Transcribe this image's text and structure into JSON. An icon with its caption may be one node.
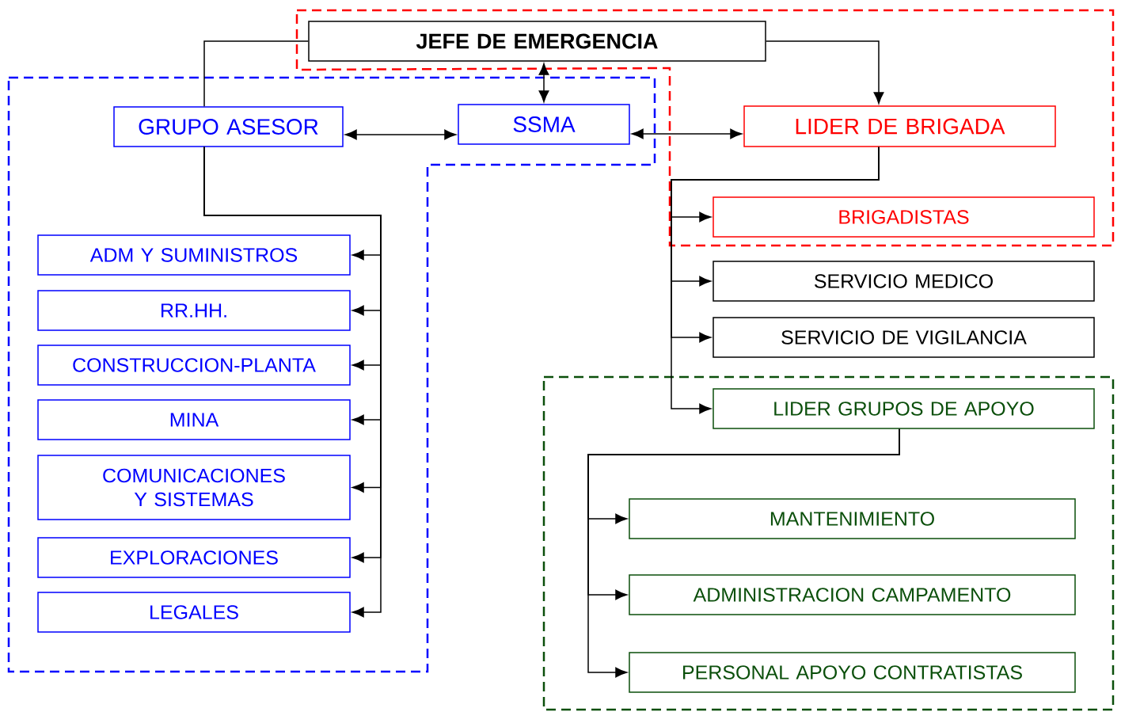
{
  "diagram": {
    "nodes": [
      {
        "text": [
          "JEFE DE EMERGENCIA"
        ]
      },
      {
        "text": [
          "GRUPO ASESOR"
        ]
      },
      {
        "text": [
          "SSMA"
        ]
      },
      {
        "text": [
          "LIDER DE BRIGADA"
        ]
      },
      {
        "text": [
          "ADM Y SUMINISTROS"
        ]
      },
      {
        "text": [
          "RR.HH."
        ]
      },
      {
        "text": [
          "CONSTRUCCION-PLANTA"
        ]
      },
      {
        "text": [
          "MINA"
        ]
      },
      {
        "text": [
          "COMUNICACIONES Y SISTEMAS"
        ]
      },
      {
        "text": [
          "EXPLORACIONES"
        ]
      },
      {
        "text": [
          "LEGALES"
        ]
      },
      {
        "text": [
          "BRIGADISTAS"
        ]
      },
      {
        "text": [
          "SERVICIO MEDICO"
        ]
      },
      {
        "text": [
          "SERVICIO DE VIGILANCIA"
        ]
      },
      {
        "text": [
          "LIDER GRUPOS DE APOYO"
        ]
      },
      {
        "text": [
          "MANTENIMIENTO"
        ]
      },
      {
        "text": [
          "ADMINISTRACION CAMPAMENTO"
        ]
      },
      {
        "text": [
          "PERSONAL APOYO CONTRATISTAS"
        ]
      }
    ],
    "edges": [
      {
        "from": 0,
        "to": 1,
        "arrow": "none"
      },
      {
        "from": 0,
        "to": 3,
        "arrow": "to"
      },
      {
        "from": 0,
        "to": 2,
        "arrow": "both"
      },
      {
        "from": 1,
        "to": 2,
        "arrow": "both"
      },
      {
        "from": 2,
        "to": 3,
        "arrow": "both"
      },
      {
        "from": 1,
        "to": 4,
        "arrow": "to"
      },
      {
        "from": 1,
        "to": 5,
        "arrow": "to"
      },
      {
        "from": 1,
        "to": 6,
        "arrow": "to"
      },
      {
        "from": 1,
        "to": 7,
        "arrow": "to"
      },
      {
        "from": 1,
        "to": 8,
        "arrow": "to"
      },
      {
        "from": 1,
        "to": 9,
        "arrow": "to"
      },
      {
        "from": 1,
        "to": 10,
        "arrow": "to"
      },
      {
        "from": 3,
        "to": 11,
        "arrow": "to"
      },
      {
        "from": 3,
        "to": 12,
        "arrow": "to"
      },
      {
        "from": 3,
        "to": 13,
        "arrow": "to"
      },
      {
        "from": 3,
        "to": 14,
        "arrow": "to"
      },
      {
        "from": 14,
        "to": 15,
        "arrow": "to"
      },
      {
        "from": 14,
        "to": 16,
        "arrow": "to"
      },
      {
        "from": 14,
        "to": 17,
        "arrow": "to"
      }
    ]
  }
}
